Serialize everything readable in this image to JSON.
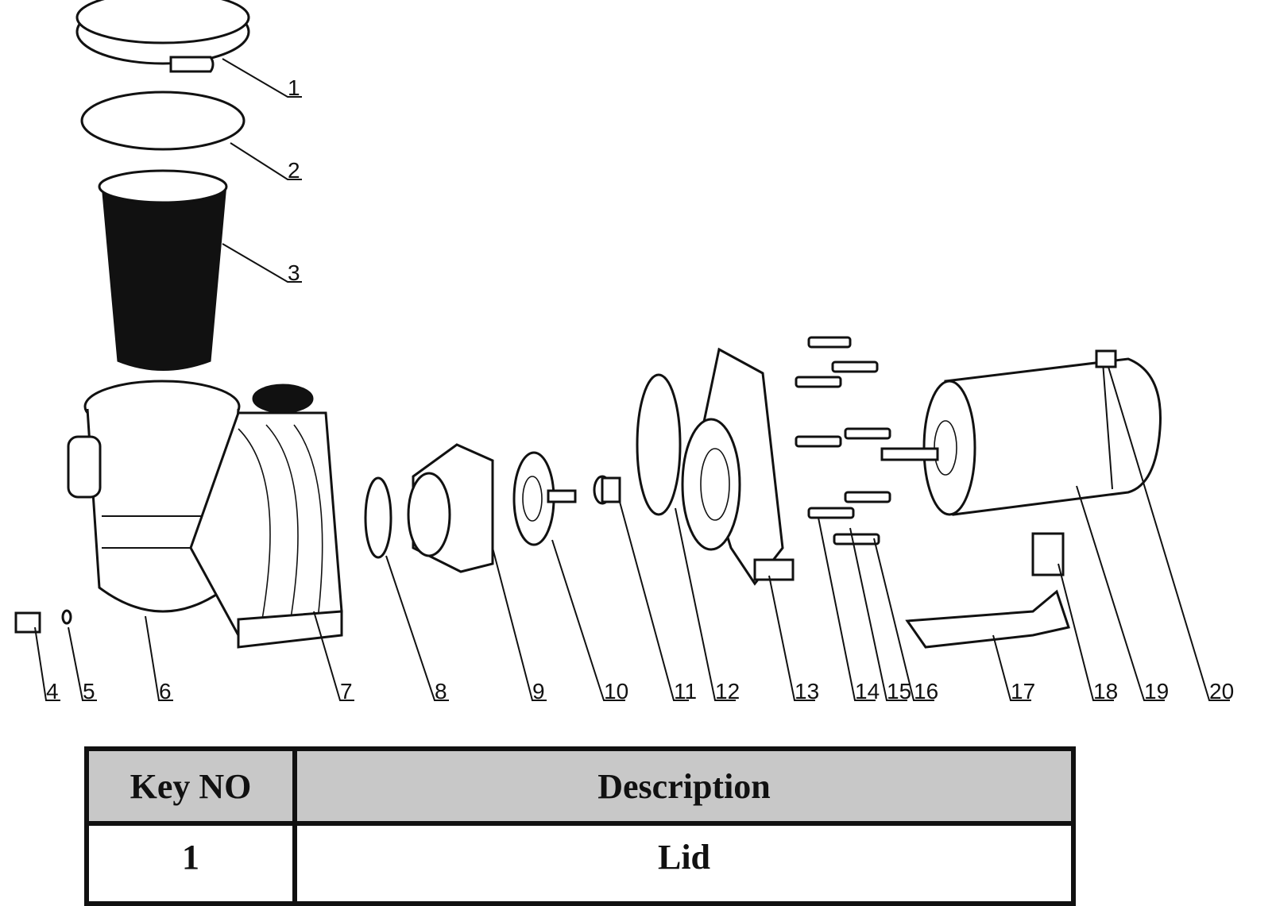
{
  "diagram": {
    "callouts": [
      "1",
      "2",
      "3",
      "4",
      "5",
      "6",
      "7",
      "8",
      "9",
      "10",
      "11",
      "12",
      "13",
      "14",
      "15",
      "16",
      "17",
      "18",
      "19",
      "20"
    ]
  },
  "table": {
    "headers": {
      "key": "Key NO",
      "description": "Description"
    },
    "rows": [
      {
        "key": "1",
        "description": "Lid"
      }
    ]
  }
}
